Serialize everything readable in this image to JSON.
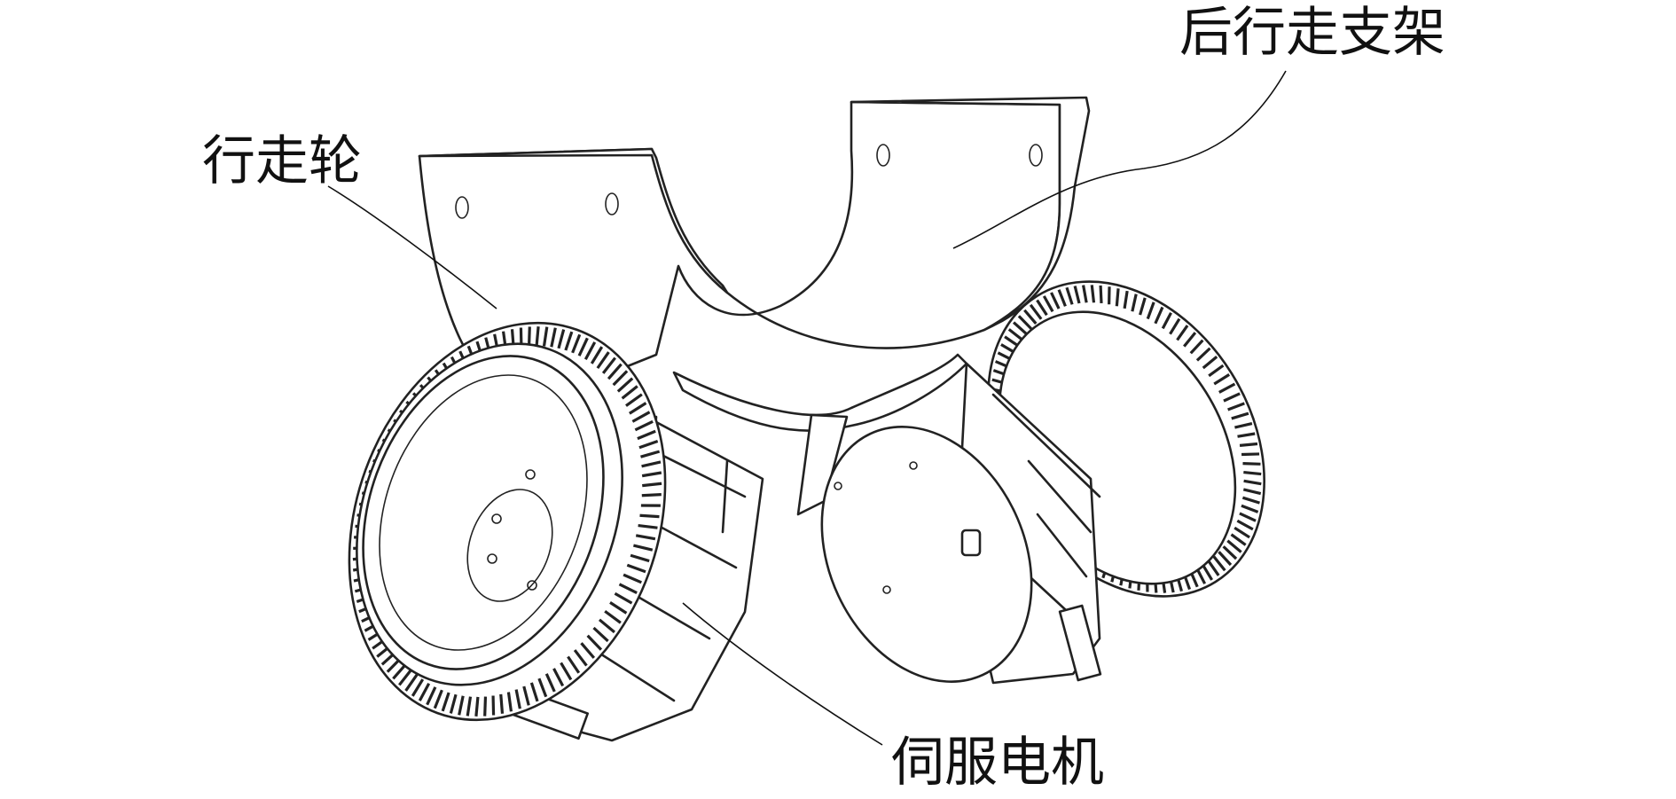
{
  "labels": {
    "walking_wheel": "行走轮",
    "rear_walking_bracket": "后行走支架",
    "servo_motor": "伺服电机"
  }
}
